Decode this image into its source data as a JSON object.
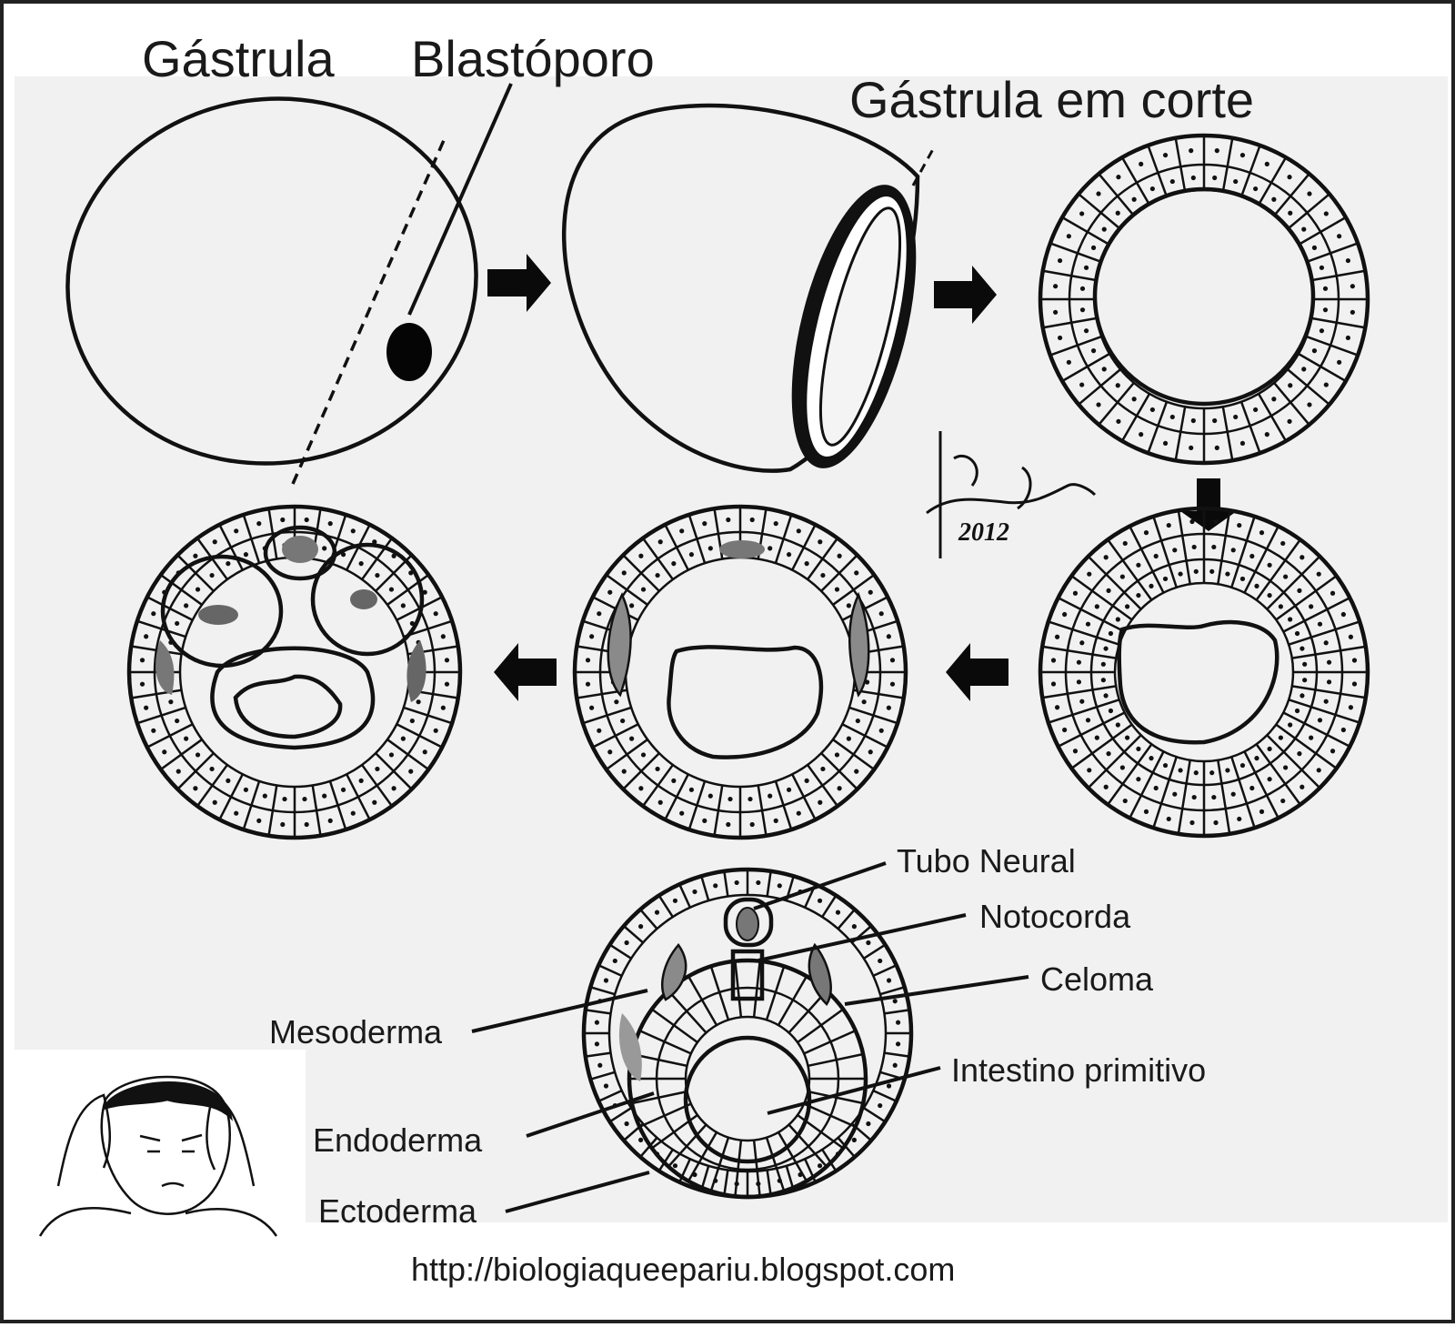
{
  "labels": {
    "gastrula": "Gástrula",
    "blastoporo": "Blastóporo",
    "gastrula_corte": "Gástrula em corte",
    "tubo_neural": "Tubo Neural",
    "notocorda": "Notocorda",
    "celoma": "Celoma",
    "mesoderma": "Mesoderma",
    "intestino": "Intestino primitivo",
    "endoderma": "Endoderma",
    "ectoderma": "Ectoderma"
  },
  "signature": {
    "year": "2012"
  },
  "footer": {
    "url": "http://biologiaqueepariu.blogspot.com"
  },
  "colors": {
    "ink": "#111111",
    "shade": "#777777",
    "paper": "#f1f1f1"
  }
}
